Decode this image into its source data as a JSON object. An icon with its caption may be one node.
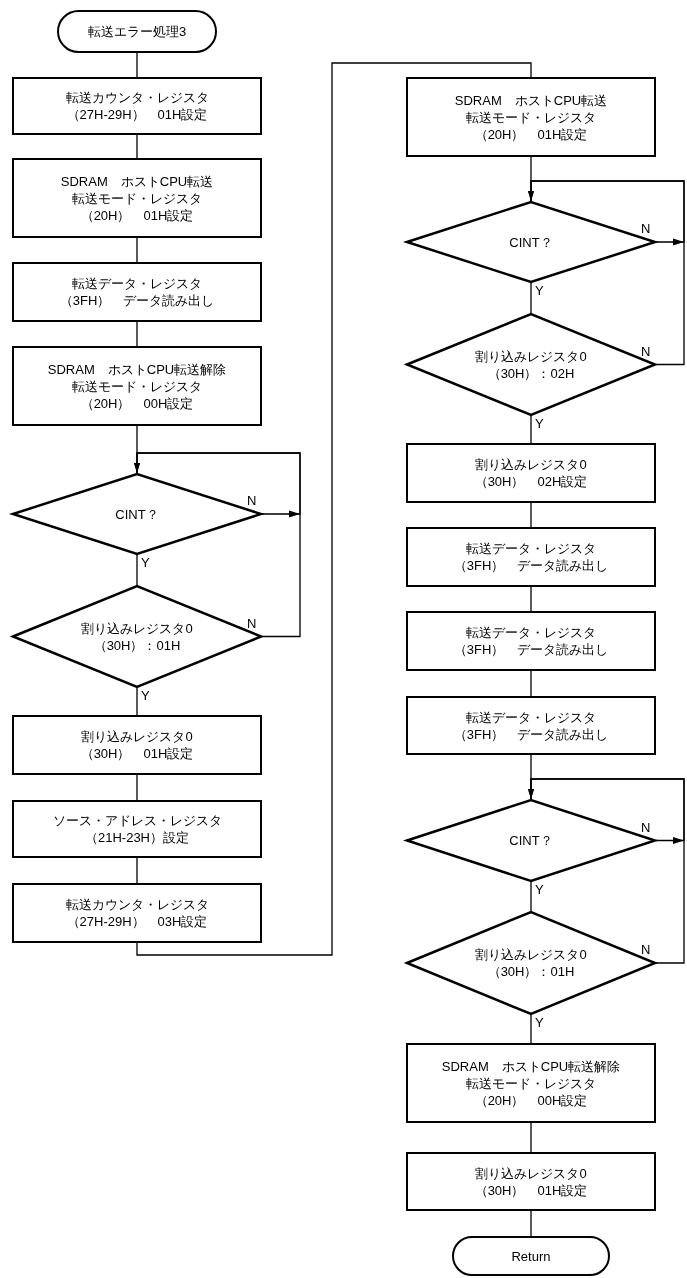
{
  "diagram": {
    "nodes": [
      {
        "text": [
          "転送エラー処理3"
        ]
      },
      {
        "text": [
          "転送カウンタ・レジスタ",
          "（27H-29H）　01H設定"
        ]
      },
      {
        "text": [
          "SDRAM　ホストCPU転送",
          "転送モード・レジスタ",
          "（20H）　01H設定"
        ]
      },
      {
        "text": [
          "転送データ・レジスタ",
          "（3FH）　データ読み出し"
        ]
      },
      {
        "text": [
          "SDRAM　ホストCPU転送解除",
          "転送モード・レジスタ",
          "（20H）　00H設定"
        ]
      },
      {
        "text": [
          "CINT？"
        ]
      },
      {
        "text": [
          "割り込みレジスタ0",
          "（30H）：01H"
        ]
      },
      {
        "text": [
          "割り込みレジスタ0",
          "（30H）　01H設定"
        ]
      },
      {
        "text": [
          "ソース・アドレス・レジスタ",
          "（21H-23H）設定"
        ]
      },
      {
        "text": [
          "転送カウンタ・レジスタ",
          "（27H-29H）　03H設定"
        ]
      },
      {
        "text": [
          "SDRAM　ホストCPU転送",
          "転送モード・レジスタ",
          "（20H）　01H設定"
        ]
      },
      {
        "text": [
          "CINT？"
        ]
      },
      {
        "text": [
          "割り込みレジスタ0",
          "（30H）：02H"
        ]
      },
      {
        "text": [
          "割り込みレジスタ0",
          "（30H）　02H設定"
        ]
      },
      {
        "text": [
          "転送データ・レジスタ",
          "（3FH）　データ読み出し"
        ]
      },
      {
        "text": [
          "転送データ・レジスタ",
          "（3FH）　データ読み出し"
        ]
      },
      {
        "text": [
          "転送データ・レジスタ",
          "（3FH）　データ読み出し"
        ]
      },
      {
        "text": [
          "CINT？"
        ]
      },
      {
        "text": [
          "割り込みレジスタ0",
          "（30H）：01H"
        ]
      },
      {
        "text": [
          "SDRAM　ホストCPU転送解除",
          "転送モード・レジスタ",
          "（20H）　00H設定"
        ]
      },
      {
        "text": [
          "割り込みレジスタ0",
          "（30H）　01H設定"
        ]
      },
      {
        "text": [
          "Return"
        ]
      }
    ],
    "edges": [
      {
        "from": 0,
        "to": 1,
        "arrow": "none"
      },
      {
        "from": 1,
        "to": 2,
        "arrow": "none"
      },
      {
        "from": 2,
        "to": 3,
        "arrow": "none"
      },
      {
        "from": 3,
        "to": 4,
        "arrow": "none"
      },
      {
        "from": 4,
        "to": 5,
        "arrow": "none"
      },
      {
        "from": 5,
        "to": 6,
        "arrow": "none",
        "label": "Y"
      },
      {
        "from": 5,
        "to": 5,
        "arrow": "to",
        "label": "N"
      },
      {
        "from": 6,
        "to": 5,
        "arrow": "to",
        "label": "N"
      },
      {
        "from": 6,
        "to": 7,
        "arrow": "none",
        "label": "Y"
      },
      {
        "from": 7,
        "to": 8,
        "arrow": "none"
      },
      {
        "from": 8,
        "to": 9,
        "arrow": "none"
      },
      {
        "from": 9,
        "to": 10,
        "arrow": "none"
      },
      {
        "from": 10,
        "to": 11,
        "arrow": "none"
      },
      {
        "from": 11,
        "to": 12,
        "arrow": "none",
        "label": "Y"
      },
      {
        "from": 11,
        "to": 11,
        "arrow": "to",
        "label": "N"
      },
      {
        "from": 12,
        "to": 11,
        "arrow": "to",
        "label": "N"
      },
      {
        "from": 12,
        "to": 13,
        "arrow": "none",
        "label": "Y"
      },
      {
        "from": 13,
        "to": 14,
        "arrow": "none"
      },
      {
        "from": 14,
        "to": 15,
        "arrow": "none"
      },
      {
        "from": 15,
        "to": 16,
        "arrow": "none"
      },
      {
        "from": 16,
        "to": 17,
        "arrow": "none"
      },
      {
        "from": 17,
        "to": 18,
        "arrow": "none",
        "label": "Y"
      },
      {
        "from": 17,
        "to": 17,
        "arrow": "to",
        "label": "N"
      },
      {
        "from": 18,
        "to": 17,
        "arrow": "to",
        "label": "N"
      },
      {
        "from": 18,
        "to": 19,
        "arrow": "none",
        "label": "Y"
      },
      {
        "from": 19,
        "to": 20,
        "arrow": "none"
      },
      {
        "from": 20,
        "to": 21,
        "arrow": "none"
      }
    ]
  }
}
